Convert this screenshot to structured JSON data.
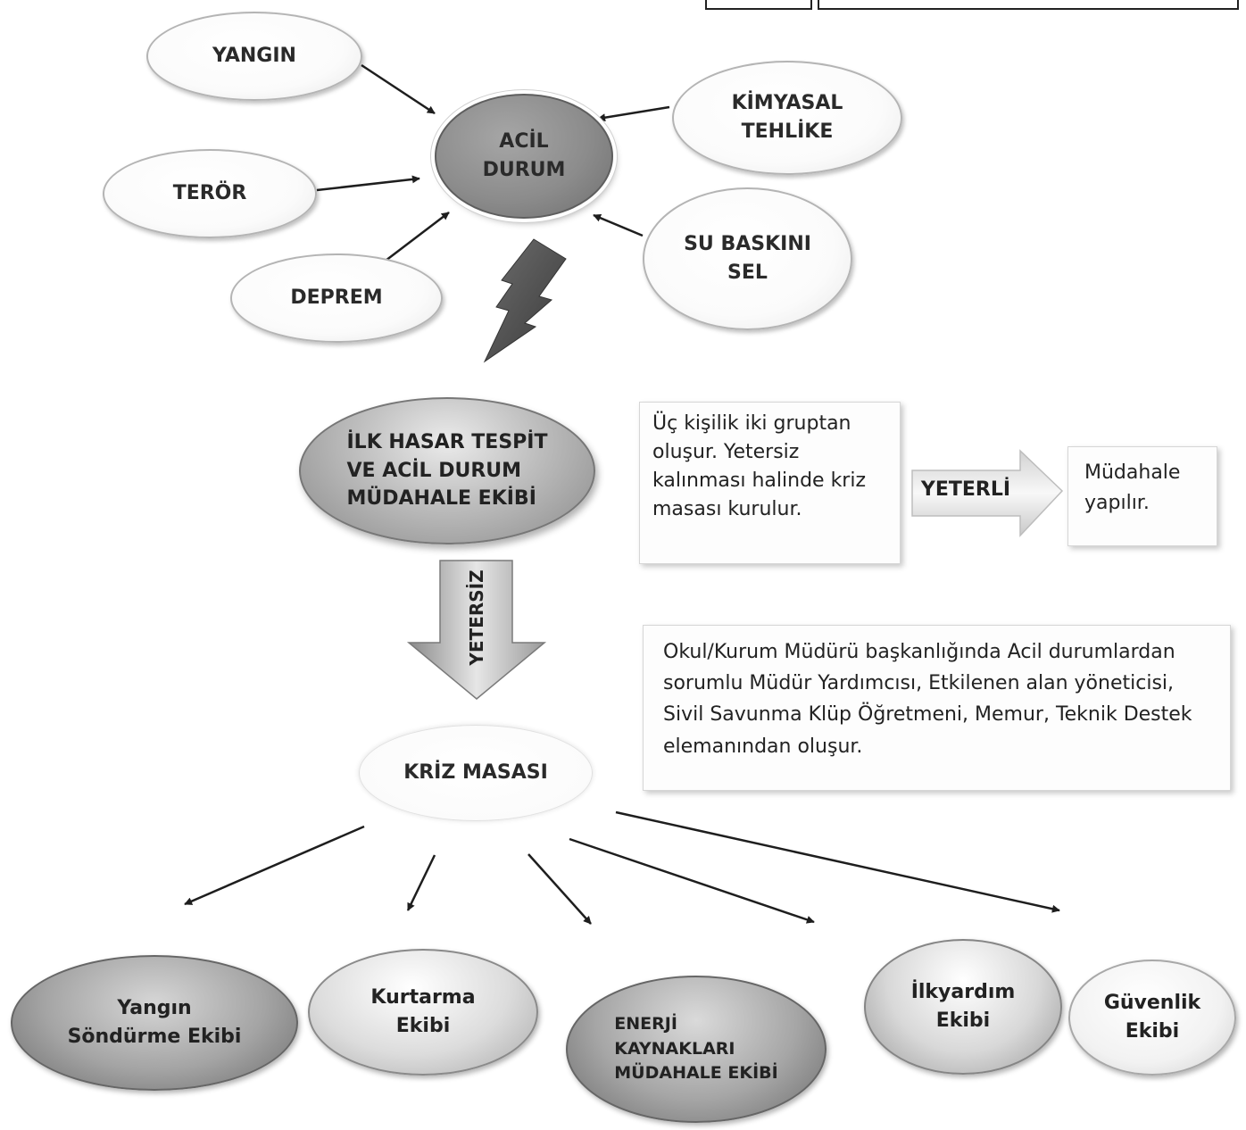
{
  "top_boxes": [
    "",
    ""
  ],
  "center": {
    "label": "ACİL\nDURUM"
  },
  "hazards": [
    {
      "id": "yangin",
      "label": "YANGIN"
    },
    {
      "id": "kimyasal",
      "label": "KİMYASAL\nTEHLİKE"
    },
    {
      "id": "teror",
      "label": "TERÖR"
    },
    {
      "id": "su-baskini",
      "label": "SU BASKINI\nSEL"
    },
    {
      "id": "deprem",
      "label": "DEPREM"
    }
  ],
  "first_response": {
    "label": "İLK HASAR TESPİT\nVE ACİL DURUM\nMÜDAHALE EKİBİ"
  },
  "first_response_note": "Üç kişilik iki gruptan\noluşur. Yetersiz\nkalınması halinde kriz\nmasası kurulur.",
  "yeterli": {
    "label": "YETERLİ",
    "result": "Müdahale\nyapılır."
  },
  "yetersiz": {
    "label": "YETERSİZ"
  },
  "crisis_desk": {
    "label": "KRİZ MASASI"
  },
  "crisis_note": "Okul/Kurum Müdürü başkanlığında Acil durumlardan\nsorumlu Müdür Yardımcısı, Etkilenen alan yöneticisi,\nSivil Savunma Klüp Öğretmeni, Memur, Teknik Destek\nelemanından oluşur.",
  "teams": [
    {
      "id": "yangin-sondurme",
      "label": "Yangın\nSöndürme Ekibi"
    },
    {
      "id": "kurtarma",
      "label": "Kurtarma\nEkibi"
    },
    {
      "id": "enerji",
      "label": "ENERJİ\nKAYNAKLARI\nMÜDAHALE EKİBİ"
    },
    {
      "id": "ilkyardim",
      "label": "İlkyardım\nEkibi"
    },
    {
      "id": "guvenlik",
      "label": "Güvenlik\nEkibi"
    }
  ],
  "colors": {
    "center_fill": "#8c8c8c",
    "ellipse_border": "#b4b4b4",
    "line": "#1e1e1e",
    "arrow_fill": "#cfcfcf"
  }
}
